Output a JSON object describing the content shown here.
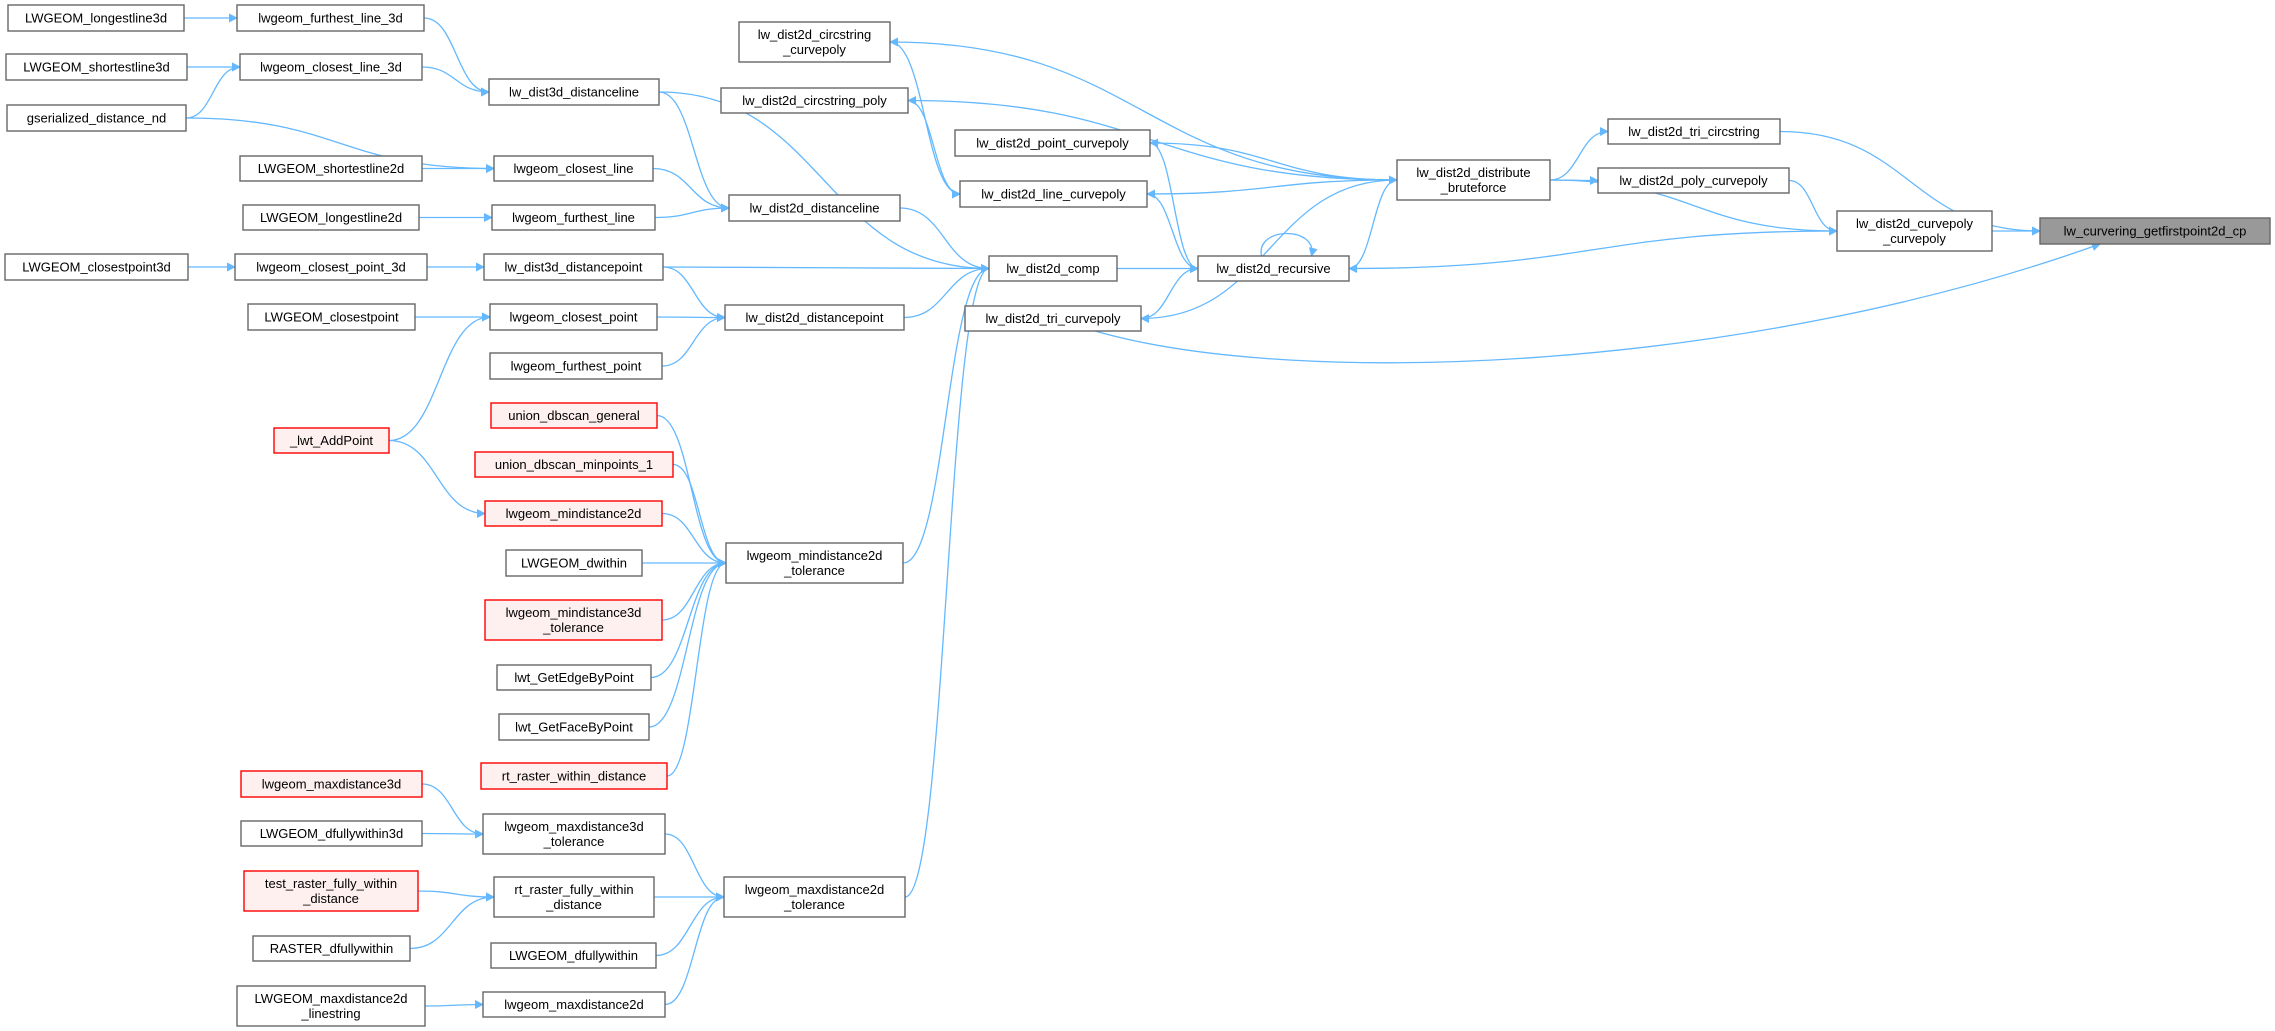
{
  "title": "Caller graph of lw_curvering_getfirstpoint2d_cp",
  "colors": {
    "edge": "#63b8ff",
    "node_border": "#666666",
    "node_fill": "#ffffff",
    "focus_fill": "#999999",
    "focus_border": "#666666",
    "external_border": "#ff0000",
    "external_fill": "#fff0f0"
  },
  "nodes": [
    {
      "id": "n1",
      "lines": [
        "LWGEOM_longestline3d"
      ],
      "kind": "normal"
    },
    {
      "id": "n2",
      "lines": [
        "lwgeom_furthest_line_3d"
      ],
      "kind": "normal"
    },
    {
      "id": "n3",
      "lines": [
        "LWGEOM_shortestline3d"
      ],
      "kind": "normal"
    },
    {
      "id": "n4",
      "lines": [
        "lwgeom_closest_line_3d"
      ],
      "kind": "normal"
    },
    {
      "id": "n5",
      "lines": [
        "gserialized_distance_nd"
      ],
      "kind": "normal"
    },
    {
      "id": "n6",
      "lines": [
        "lw_dist3d_distanceline"
      ],
      "kind": "normal"
    },
    {
      "id": "n7",
      "lines": [
        "LWGEOM_shortestline2d"
      ],
      "kind": "normal"
    },
    {
      "id": "n8",
      "lines": [
        "lwgeom_closest_line"
      ],
      "kind": "normal"
    },
    {
      "id": "n9",
      "lines": [
        "LWGEOM_longestline2d"
      ],
      "kind": "normal"
    },
    {
      "id": "n10",
      "lines": [
        "lwgeom_furthest_line"
      ],
      "kind": "normal"
    },
    {
      "id": "n11",
      "lines": [
        "LWGEOM_closestpoint3d"
      ],
      "kind": "normal"
    },
    {
      "id": "n12",
      "lines": [
        "lwgeom_closest_point_3d"
      ],
      "kind": "normal"
    },
    {
      "id": "n13",
      "lines": [
        "lw_dist3d_distancepoint"
      ],
      "kind": "normal"
    },
    {
      "id": "n14",
      "lines": [
        "LWGEOM_closestpoint"
      ],
      "kind": "normal"
    },
    {
      "id": "n15",
      "lines": [
        "lwgeom_closest_point"
      ],
      "kind": "normal"
    },
    {
      "id": "n16",
      "lines": [
        "lwgeom_furthest_point"
      ],
      "kind": "normal"
    },
    {
      "id": "n17",
      "lines": [
        "_lwt_AddPoint"
      ],
      "kind": "external"
    },
    {
      "id": "n18",
      "lines": [
        "union_dbscan_general"
      ],
      "kind": "external"
    },
    {
      "id": "n19",
      "lines": [
        "union_dbscan_minpoints_1"
      ],
      "kind": "external"
    },
    {
      "id": "n20",
      "lines": [
        "lwgeom_mindistance2d"
      ],
      "kind": "external"
    },
    {
      "id": "n21",
      "lines": [
        "LWGEOM_dwithin"
      ],
      "kind": "normal"
    },
    {
      "id": "n22",
      "lines": [
        "lwgeom_mindistance3d",
        "_tolerance"
      ],
      "kind": "external"
    },
    {
      "id": "n23",
      "lines": [
        "lwt_GetEdgeByPoint"
      ],
      "kind": "normal"
    },
    {
      "id": "n24",
      "lines": [
        "lwt_GetFaceByPoint"
      ],
      "kind": "normal"
    },
    {
      "id": "n25",
      "lines": [
        "rt_raster_within_distance"
      ],
      "kind": "external"
    },
    {
      "id": "n26",
      "lines": [
        "lwgeom_maxdistance3d"
      ],
      "kind": "external"
    },
    {
      "id": "n27",
      "lines": [
        "LWGEOM_dfullywithin3d"
      ],
      "kind": "normal"
    },
    {
      "id": "n28",
      "lines": [
        "test_raster_fully_within",
        "_distance"
      ],
      "kind": "external"
    },
    {
      "id": "n29",
      "lines": [
        "RASTER_dfullywithin"
      ],
      "kind": "normal"
    },
    {
      "id": "n30",
      "lines": [
        "LWGEOM_maxdistance2d",
        "_linestring"
      ],
      "kind": "normal"
    },
    {
      "id": "n31",
      "lines": [
        "lwgeom_mindistance2d",
        "_tolerance"
      ],
      "kind": "normal"
    },
    {
      "id": "n32",
      "lines": [
        "lwgeom_maxdistance3d",
        "_tolerance"
      ],
      "kind": "normal"
    },
    {
      "id": "n33",
      "lines": [
        "rt_raster_fully_within",
        "_distance"
      ],
      "kind": "normal"
    },
    {
      "id": "n34",
      "lines": [
        "LWGEOM_dfullywithin"
      ],
      "kind": "normal"
    },
    {
      "id": "n35",
      "lines": [
        "lwgeom_maxdistance2d"
      ],
      "kind": "normal"
    },
    {
      "id": "n36",
      "lines": [
        "lwgeom_maxdistance2d",
        "_tolerance"
      ],
      "kind": "normal"
    },
    {
      "id": "n37",
      "lines": [
        "lw_dist2d_circstring",
        "_curvepoly"
      ],
      "kind": "normal"
    },
    {
      "id": "n38",
      "lines": [
        "lw_dist2d_circstring_poly"
      ],
      "kind": "normal"
    },
    {
      "id": "n39",
      "lines": [
        "lw_dist2d_distanceline"
      ],
      "kind": "normal"
    },
    {
      "id": "n40",
      "lines": [
        "lw_dist2d_distancepoint"
      ],
      "kind": "normal"
    },
    {
      "id": "n41",
      "lines": [
        "lw_dist2d_point_curvepoly"
      ],
      "kind": "normal"
    },
    {
      "id": "n42",
      "lines": [
        "lw_dist2d_line_curvepoly"
      ],
      "kind": "normal"
    },
    {
      "id": "n43",
      "lines": [
        "lw_dist2d_comp"
      ],
      "kind": "normal"
    },
    {
      "id": "n44",
      "lines": [
        "lw_dist2d_tri_curvepoly"
      ],
      "kind": "normal"
    },
    {
      "id": "n45",
      "lines": [
        "lw_dist2d_recursive"
      ],
      "kind": "normal"
    },
    {
      "id": "n46",
      "lines": [
        "lw_dist2d_distribute",
        "_bruteforce"
      ],
      "kind": "normal"
    },
    {
      "id": "n47",
      "lines": [
        "lw_dist2d_tri_circstring"
      ],
      "kind": "normal"
    },
    {
      "id": "n48",
      "lines": [
        "lw_dist2d_poly_curvepoly"
      ],
      "kind": "normal"
    },
    {
      "id": "n49",
      "lines": [
        "lw_dist2d_curvepoly",
        "_curvepoly"
      ],
      "kind": "normal"
    },
    {
      "id": "n50",
      "lines": [
        "lw_curvering_getfirstpoint2d_cp"
      ],
      "kind": "focus"
    }
  ],
  "edges": [
    [
      "n1",
      "n2"
    ],
    [
      "n3",
      "n4"
    ],
    [
      "n5",
      "n4"
    ],
    [
      "n5",
      "n8"
    ],
    [
      "n2",
      "n6"
    ],
    [
      "n4",
      "n6"
    ],
    [
      "n7",
      "n8"
    ],
    [
      "n9",
      "n10"
    ],
    [
      "n8",
      "n39"
    ],
    [
      "n10",
      "n39"
    ],
    [
      "n6",
      "n39"
    ],
    [
      "n6",
      "n43"
    ],
    [
      "n11",
      "n12"
    ],
    [
      "n12",
      "n13"
    ],
    [
      "n13",
      "n43"
    ],
    [
      "n13",
      "n40"
    ],
    [
      "n14",
      "n15"
    ],
    [
      "n15",
      "n40"
    ],
    [
      "n16",
      "n40"
    ],
    [
      "n17",
      "n15"
    ],
    [
      "n17",
      "n20"
    ],
    [
      "n39",
      "n43"
    ],
    [
      "n40",
      "n43"
    ],
    [
      "n18",
      "n31"
    ],
    [
      "n19",
      "n31"
    ],
    [
      "n20",
      "n31"
    ],
    [
      "n21",
      "n31"
    ],
    [
      "n22",
      "n31"
    ],
    [
      "n23",
      "n31"
    ],
    [
      "n24",
      "n31"
    ],
    [
      "n25",
      "n31"
    ],
    [
      "n31",
      "n43"
    ],
    [
      "n26",
      "n32"
    ],
    [
      "n27",
      "n32"
    ],
    [
      "n32",
      "n36"
    ],
    [
      "n28",
      "n33"
    ],
    [
      "n29",
      "n33"
    ],
    [
      "n33",
      "n36"
    ],
    [
      "n34",
      "n36"
    ],
    [
      "n30",
      "n35"
    ],
    [
      "n35",
      "n36"
    ],
    [
      "n36",
      "n43"
    ],
    [
      "n37",
      "n42"
    ],
    [
      "n38",
      "n42"
    ],
    [
      "n43",
      "n45"
    ],
    [
      "n42",
      "n45"
    ],
    [
      "n41",
      "n45"
    ],
    [
      "n44",
      "n45"
    ],
    [
      "n45",
      "n45"
    ],
    [
      "n45",
      "n46"
    ],
    [
      "n46",
      "n37"
    ],
    [
      "n46",
      "n38"
    ],
    [
      "n46",
      "n41"
    ],
    [
      "n46",
      "n42"
    ],
    [
      "n46",
      "n44"
    ],
    [
      "n46",
      "n47"
    ],
    [
      "n46",
      "n48"
    ],
    [
      "n46",
      "n49"
    ],
    [
      "n49",
      "n45"
    ],
    [
      "n47",
      "n50"
    ],
    [
      "n48",
      "n49"
    ],
    [
      "n49",
      "n50"
    ],
    [
      "n44",
      "n50"
    ]
  ]
}
